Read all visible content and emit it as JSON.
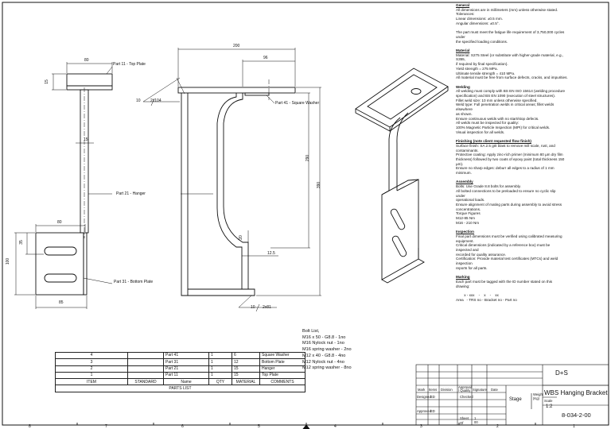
{
  "labels": {
    "top_plate": "Part 11 - Top Plate",
    "hanger": "Part 21 - Hanger",
    "bottom_plate": "Part 31 - Bottom Plate",
    "square_washer": "Part 41 - Square Washer"
  },
  "dims": {
    "d80a": "80",
    "d15a": "15",
    "d15b": "15",
    "d80b": "80",
    "d35": "35",
    "d100": "100",
    "d85": "85",
    "d200": "200",
    "d96": "96",
    "d290": "290",
    "d390": "390",
    "d20": "20",
    "d12_5": "12.5",
    "weld1": "10",
    "weld1b": "2x104",
    "weld2": "10",
    "weld2b": "2x81"
  },
  "notes": [
    {
      "h": "General"
    },
    {
      "t": "All dimensions are in millimeters (mm) unless otherwise stated."
    },
    {
      "t": "Tolerances:"
    },
    {
      "t": "Linear dimensions: ±0.5 mm."
    },
    {
      "t": "Angular dimensions: ±0.5°."
    },
    {
      "t": ""
    },
    {
      "t": "The part must meet the fatigue life requirement of 3,750,000 cycles"
    },
    {
      "t": "under"
    },
    {
      "t": "the specified loading conditions."
    },
    {
      "t": ""
    },
    {
      "h": "Material"
    },
    {
      "t": "Material: S275 Steel (or substitute with higher-grade material, e.g.,"
    },
    {
      "t": "S355,"
    },
    {
      "t": "if required by final specification)."
    },
    {
      "t": "Yield strength = 275 MPa."
    },
    {
      "t": "Ultimate tensile strength = 410 MPa."
    },
    {
      "t": "All material must be free from surface defects, cracks, and impurities."
    },
    {
      "t": ""
    },
    {
      "h": "Welding"
    },
    {
      "t": "All welding must comply with BS EN ISO 15614 (welding procedure"
    },
    {
      "t": "specification) and BS EN 1090 (execution of steel structures)."
    },
    {
      "t": "Fillet weld size: 10 mm unless otherwise specified."
    },
    {
      "t": "Weld type: Full penetration welds in critical areas; fillet welds"
    },
    {
      "t": "elsewhere"
    },
    {
      "t": "as shown."
    },
    {
      "t": "Ensure continuous welds with no start/stop defects."
    },
    {
      "t": "All welds must be inspected for quality:"
    },
    {
      "t": "100% Magnetic Particle Inspection (MPI) for critical welds."
    },
    {
      "t": "Visual inspection for all welds."
    },
    {
      "t": ""
    },
    {
      "h": "Finishing (note client requested flow finish)"
    },
    {
      "t": "Surface finish: SA 2.5 grit blast to remove mill scale, rust, and"
    },
    {
      "t": "contaminants."
    },
    {
      "t": "Protective coating: Apply zinc-rich primer (minimum 80 µm dry film"
    },
    {
      "t": "thickness) followed by two coats of epoxy paint (total thickness 150"
    },
    {
      "t": "µm)."
    },
    {
      "t": "Ensure no sharp edges: deburr all edges to a radius of 1 mm"
    },
    {
      "t": "minimum."
    },
    {
      "t": ""
    },
    {
      "h": "Assembly"
    },
    {
      "t": "Bolts: Use Grade 8.8 bolts for assembly."
    },
    {
      "t": "All bolted connections to be preloaded to ensure no cyclic slip"
    },
    {
      "t": "under"
    },
    {
      "t": "operational loads."
    },
    {
      "t": "Ensure alignment of mating parts during assembly to avoid stress"
    },
    {
      "t": "concentrations."
    },
    {
      "t": "Torque Figures"
    },
    {
      "t": "M12-85 Nm"
    },
    {
      "t": "M16 - 210 Nm"
    },
    {
      "t": ""
    },
    {
      "h": "Inspection"
    },
    {
      "t": "Final part dimensions must be verified using calibrated measuring"
    },
    {
      "t": "equipment."
    },
    {
      "t": "Critical dimensions (indicated by a reference box) must be"
    },
    {
      "t": "inspected and"
    },
    {
      "t": "recorded for quality assurance."
    },
    {
      "t": "Certification: Provide material test certificates (MTCs) and weld"
    },
    {
      "t": "inspection"
    },
    {
      "t": "reports for all parts."
    },
    {
      "t": ""
    },
    {
      "h": "Marking"
    },
    {
      "t": "Each part must be tagged with the ID number stated on this"
    },
    {
      "t": "drawing:"
    },
    {
      "t": ""
    },
    {
      "t": "        x - xxx    -    x    -    xx"
    },
    {
      "t": "Area   - TRS no - Bracket no - Part no"
    }
  ],
  "bolt_list": {
    "title": "Bolt List,",
    "items": [
      "M16 x 50 - G8.8 - 1no",
      "M16 Nylock nut - 1no",
      "M16 spring washer - 2no",
      "M12 x 40 - G8.8 - 4no",
      "M12 Nylock nut - 4no",
      "M12 spring washer - 8no"
    ]
  },
  "parts_list": {
    "rows": [
      [
        "4",
        "",
        "Part 41",
        "1",
        "6",
        "Square Washer"
      ],
      [
        "3",
        "",
        "Part 31",
        "1",
        "12",
        "Bottom Plate"
      ],
      [
        "2",
        "",
        "Part 21",
        "1",
        "15",
        "Hanger"
      ],
      [
        "1",
        "",
        "Part 11",
        "1",
        "15",
        "Top Plate"
      ]
    ],
    "header": [
      "ITEM",
      "STANDARD",
      "Name",
      "QTY",
      "MATERIAL",
      "COMMENTS"
    ],
    "footer": "PARTS LIST"
  },
  "title_block": {
    "company": "D+S",
    "title": "WBS Hanging Bracket",
    "stage": "Stage",
    "weight": "Weight (Kg)",
    "scale_label": "Scale",
    "scale": "1:2",
    "drawing_no": "8-034-2-00",
    "mark": "Mark",
    "items": "Items",
    "division": "Division",
    "approval": "Approval / Quality",
    "signature": "Signature",
    "date": "Date",
    "designed": "Designed",
    "checked": "Checked",
    "approved": "Approved",
    "ed1": "ED",
    "ed2": "ED",
    "sheet": "Sheet",
    "sheet_no": "1",
    "of": "Of",
    "of_no": "00"
  },
  "zones": {
    "c8": "8",
    "c7": "7",
    "c6": "6",
    "c5": "5",
    "c4": "4",
    "c3": "3",
    "c2": "2",
    "c1": "1"
  }
}
